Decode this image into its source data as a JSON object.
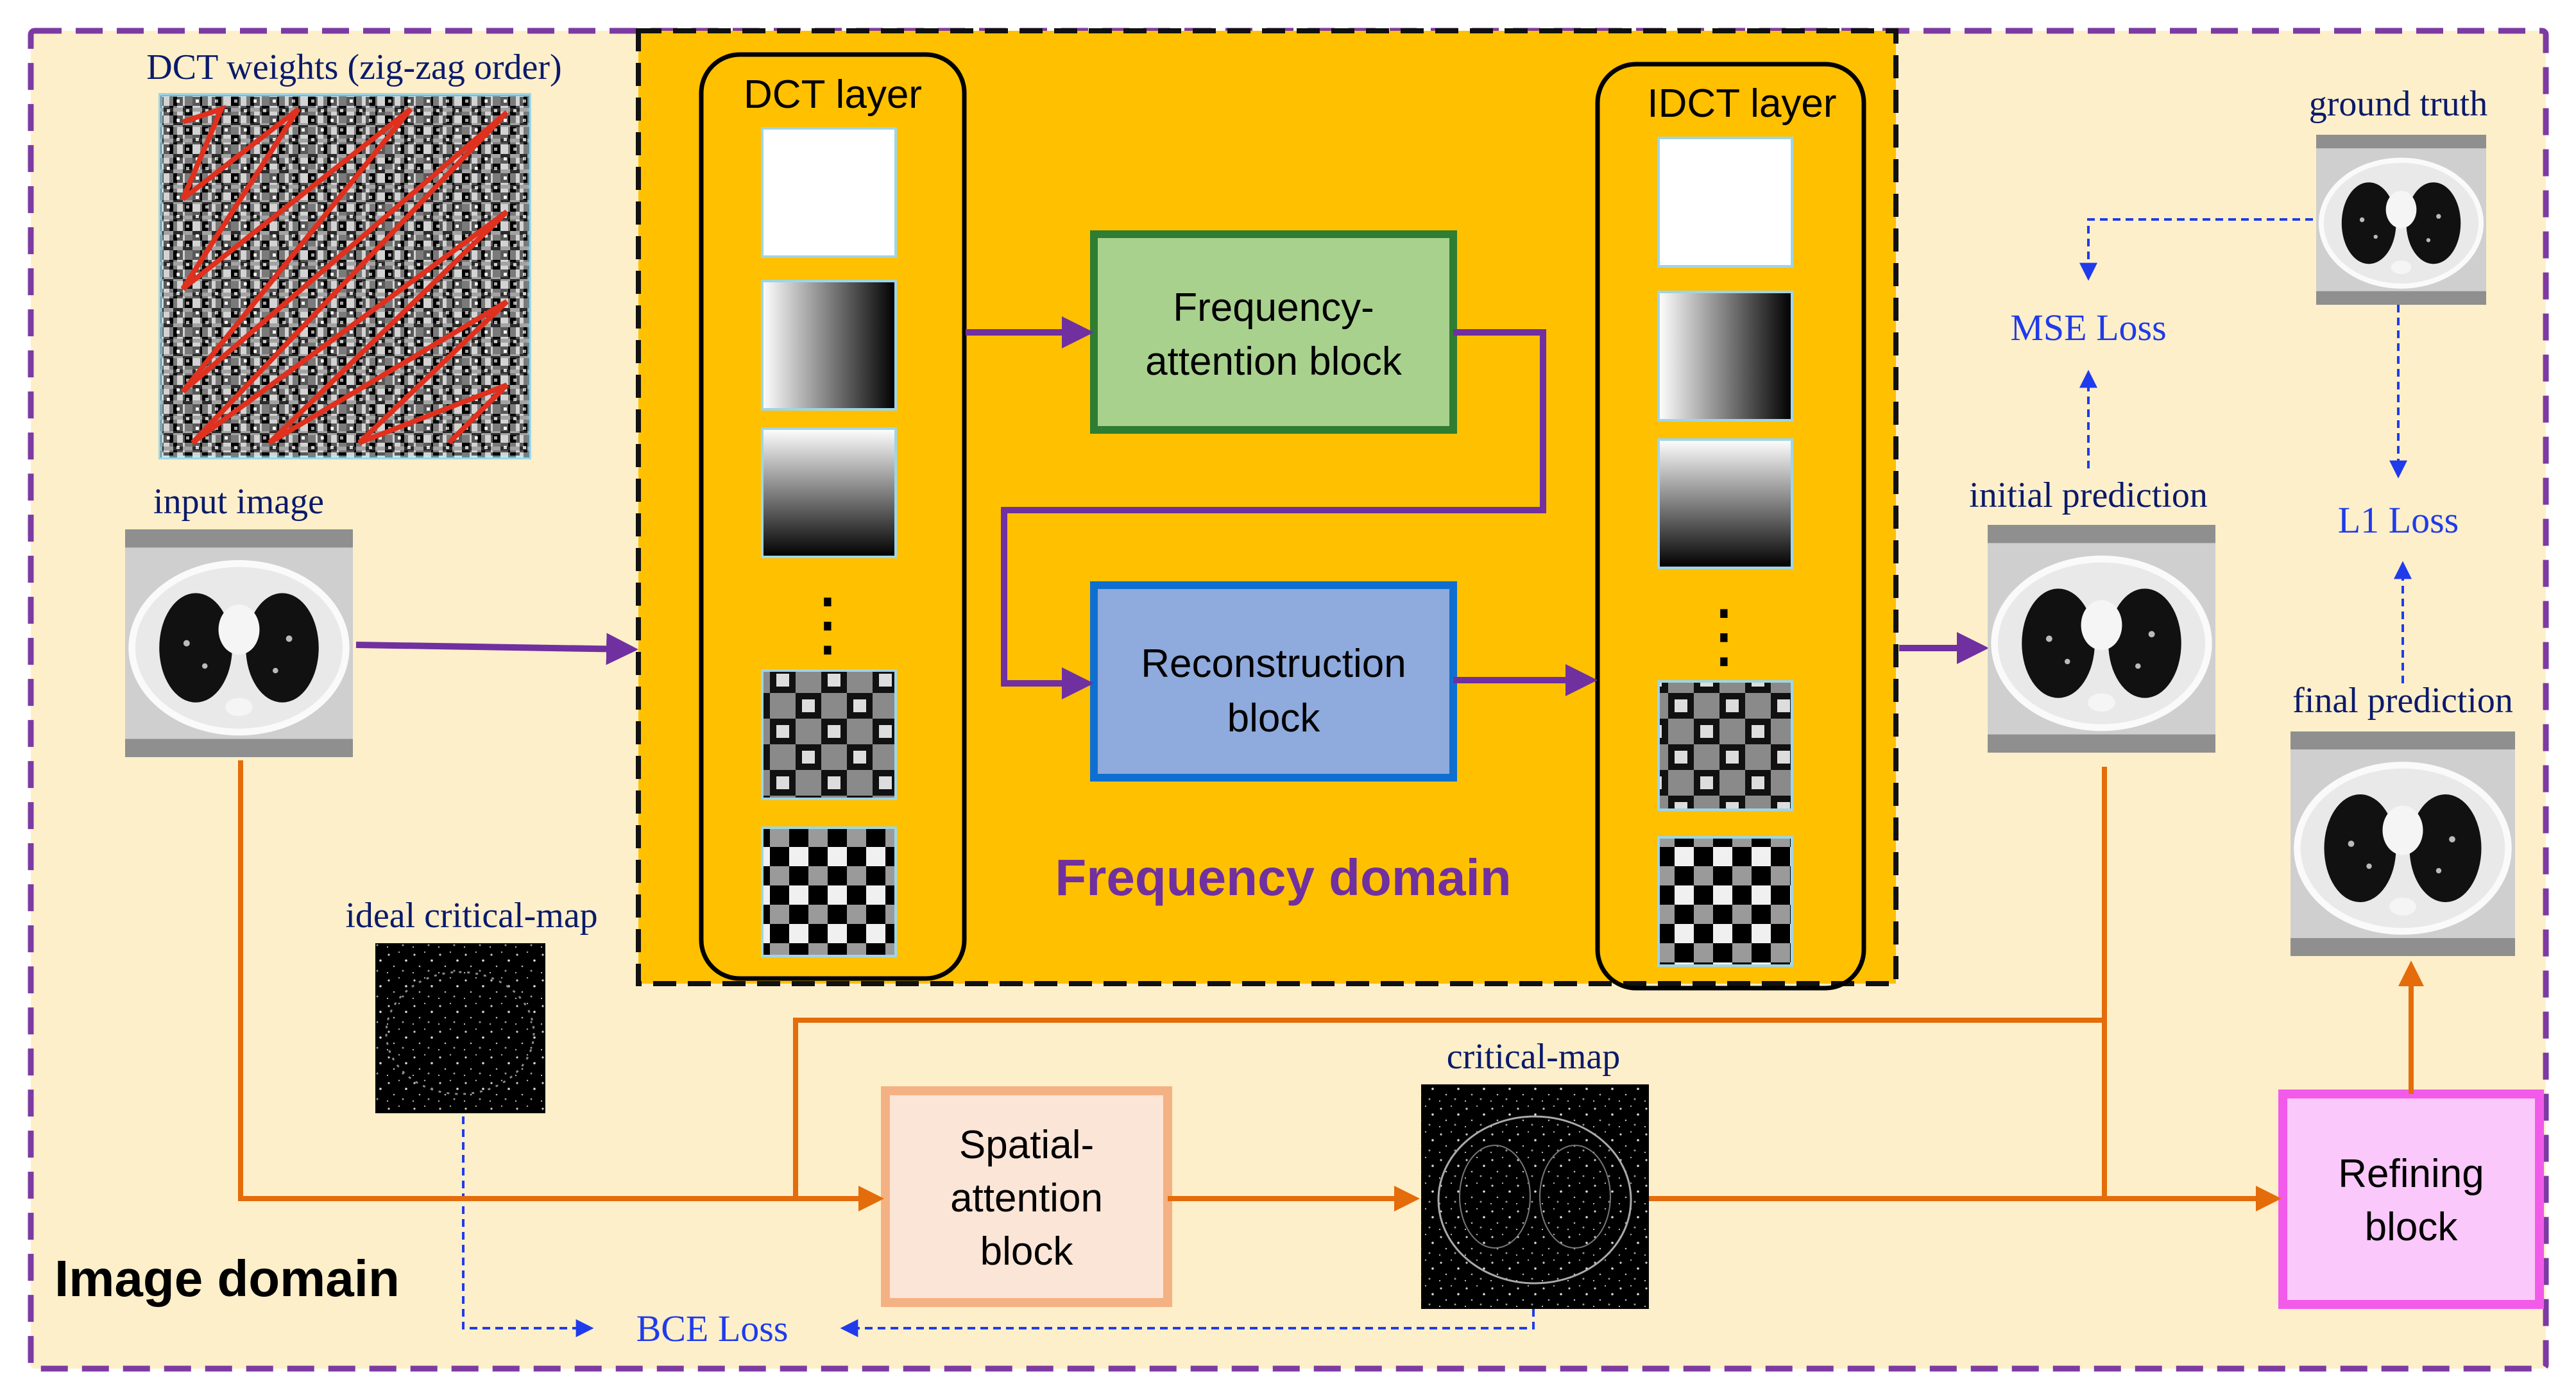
{
  "colors": {
    "image_domain_bg": "#FDEFC9",
    "image_domain_border": "#7E3AA3",
    "frequency_domain_bg": "#FFC000",
    "frequency_arrow": "#7030A0",
    "image_arrow": "#E46C0A",
    "loss_color": "#1F3BEB",
    "frequency_attention_fill": "#A9D18E",
    "frequency_attention_border": "#2E7D32",
    "reconstruction_fill": "#8FAADC",
    "reconstruction_border": "#0F6FD0",
    "spatial_attention_fill": "#FBE5D6",
    "spatial_attention_border": "#F4B183",
    "refining_fill": "#FBC8FB",
    "refining_border": "#F25BEA",
    "dct_grid_lines": "#E0301E"
  },
  "labels": {
    "dct_weights": "DCT weights (zig-zag order)",
    "input_image": "input image",
    "ideal_critical_map": "ideal critical-map",
    "image_domain": "Image domain",
    "dct_layer": "DCT layer",
    "idct_layer": "IDCT layer",
    "frequency_domain": "Frequency domain",
    "ground_truth": "ground truth",
    "initial_prediction": "initial prediction",
    "final_prediction": "final prediction",
    "critical_map": "critical-map",
    "ellipsis": "⋮"
  },
  "blocks": {
    "frequency_attention": [
      "Frequency-",
      "attention block"
    ],
    "reconstruction": [
      "Reconstruction",
      "block"
    ],
    "spatial_attention": [
      "Spatial-",
      "attention",
      "block"
    ],
    "refining": [
      "Refining",
      "block"
    ]
  },
  "losses": {
    "mse": "MSE Loss",
    "l1": "L1 Loss",
    "bce": "BCE Loss"
  },
  "icons": {
    "ct_scan": "ct-slice-image",
    "dct_basis": "dct-basis-pattern-image",
    "critical_map": "edge-map-image"
  }
}
